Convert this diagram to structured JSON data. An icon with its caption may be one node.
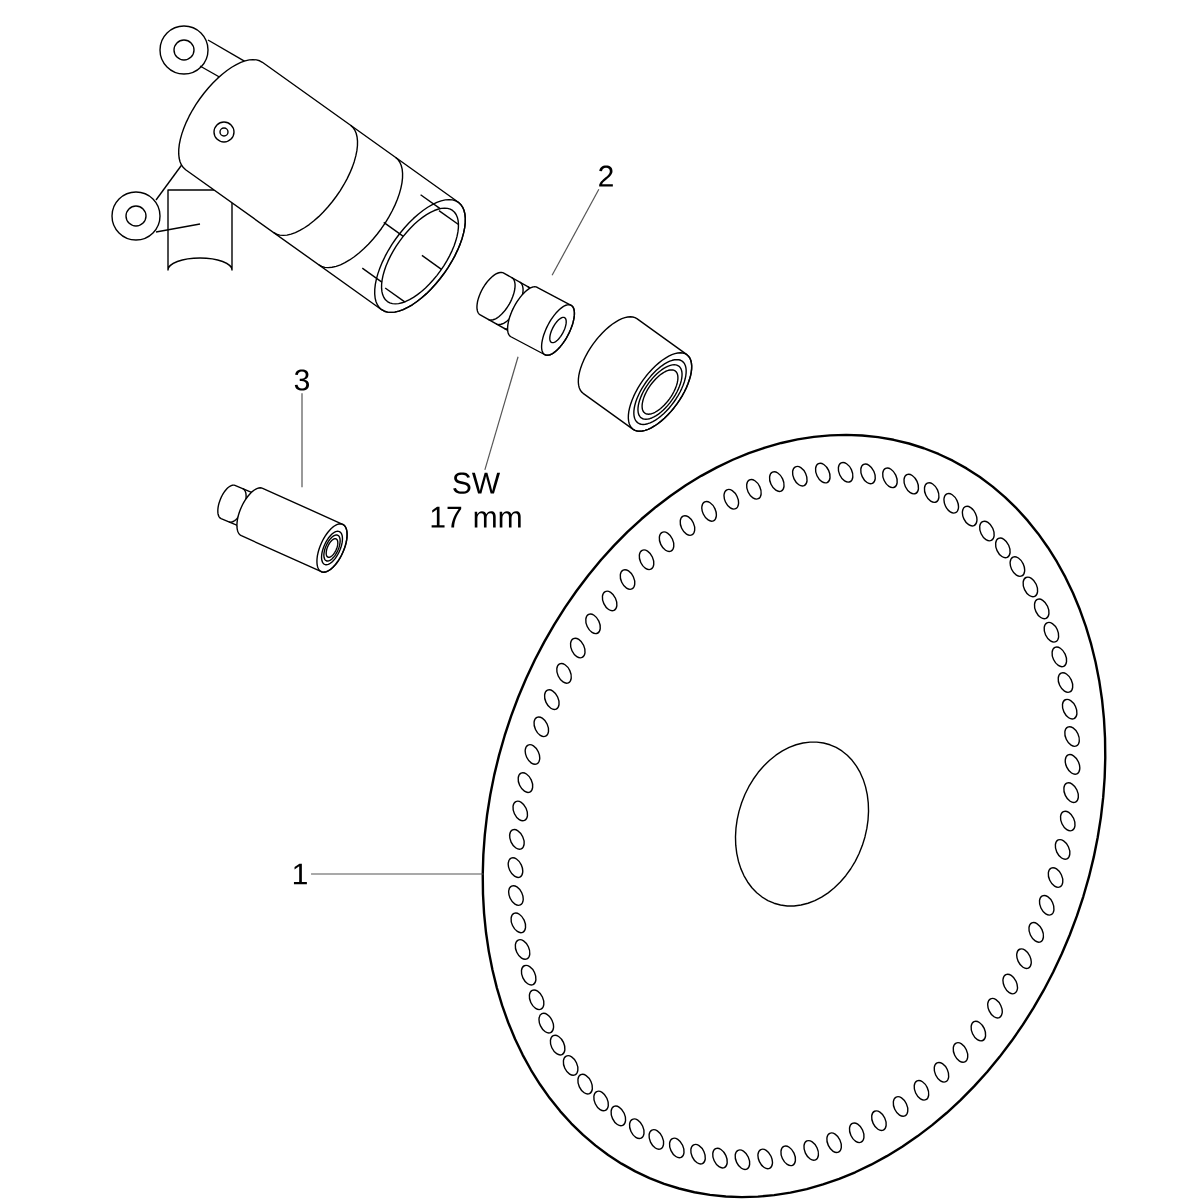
{
  "diagram": {
    "nodes": [
      {
        "text": [
          "1"
        ]
      },
      {
        "text": [],
        "shape": "picture"
      },
      {
        "text": [
          "2"
        ]
      },
      {
        "text": [],
        "shape": "picture"
      },
      {
        "text": [
          "SW 17 mm"
        ]
      },
      {
        "text": [
          "3"
        ]
      },
      {
        "text": [],
        "shape": "picture"
      }
    ],
    "edges": [
      {
        "from": 0,
        "to": 1,
        "arrow": "none"
      },
      {
        "from": 2,
        "to": 3,
        "arrow": "none"
      },
      {
        "from": 4,
        "to": 3,
        "arrow": "none"
      },
      {
        "from": 5,
        "to": 6,
        "arrow": "none"
      }
    ]
  }
}
